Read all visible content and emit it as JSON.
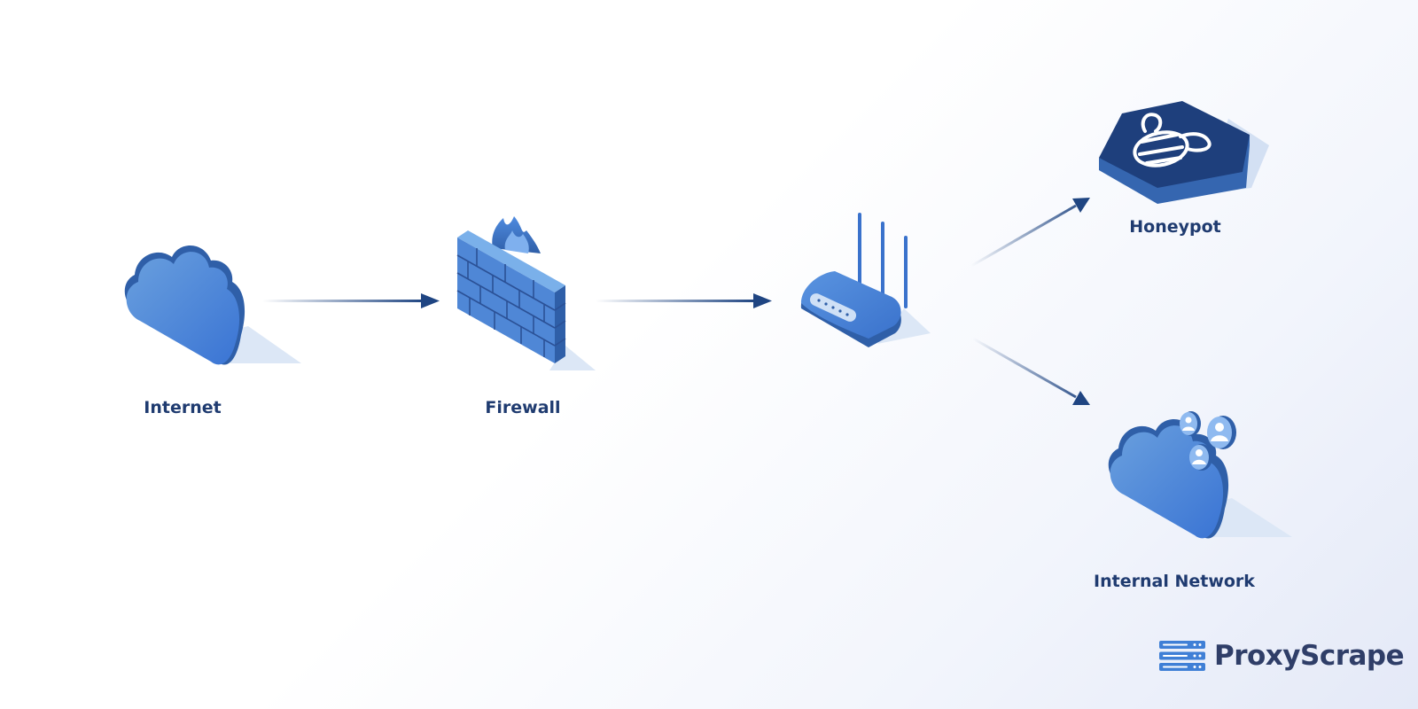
{
  "nodes": {
    "internet": {
      "label": "Internet"
    },
    "firewall": {
      "label": "Firewall"
    },
    "router": {
      "label": ""
    },
    "honeypot": {
      "label": "Honeypot"
    },
    "internal_network": {
      "label": "Internal Network"
    }
  },
  "edges": [
    {
      "from": "internet",
      "to": "firewall"
    },
    {
      "from": "firewall",
      "to": "router"
    },
    {
      "from": "router",
      "to": "honeypot"
    },
    {
      "from": "router",
      "to": "internal_network"
    }
  ],
  "brand": {
    "name": "ProxyScrape",
    "icon": "server-stack-icon"
  },
  "icons": {
    "internet": "cloud-icon",
    "firewall": "firewall-brick-wall-icon",
    "router": "wifi-router-icon",
    "honeypot": "honeypot-bee-icon",
    "internal_network": "cloud-users-icon"
  },
  "colors": {
    "label": "#1f3b70",
    "arrow": "#1f4582",
    "icon_primary": "#3f7fd6",
    "icon_dark": "#2f5fa8",
    "honeypot_bg": "#1e3f7c",
    "brand_text": "#2f3e68"
  }
}
